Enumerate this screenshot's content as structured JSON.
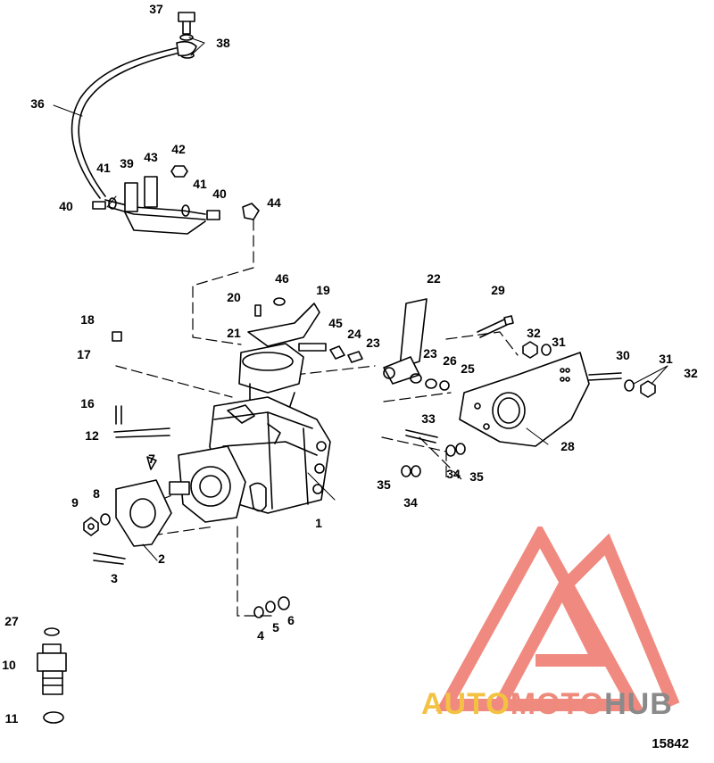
{
  "callouts": [
    "37",
    "38",
    "36",
    "39",
    "43",
    "42",
    "41",
    "40",
    "41",
    "40",
    "44",
    "46",
    "20",
    "19",
    "22",
    "29",
    "18",
    "21",
    "45",
    "24",
    "23",
    "32",
    "31",
    "17",
    "23",
    "26",
    "25",
    "30",
    "31",
    "32",
    "16",
    "12",
    "33",
    "28",
    "7",
    "8",
    "9",
    "34",
    "35",
    "35",
    "34",
    "1",
    "2",
    "3",
    "6",
    "5",
    "4",
    "27",
    "10",
    "11"
  ],
  "drawing_id": "15842",
  "watermark": {
    "part1": "AUTO",
    "part2": "MOTO",
    "part3": "HUB",
    "colors": {
      "auto": "#f4c242",
      "moto": "#ee8a7c",
      "hub": "#8a8a8a",
      "logo": "#f08a80"
    }
  }
}
